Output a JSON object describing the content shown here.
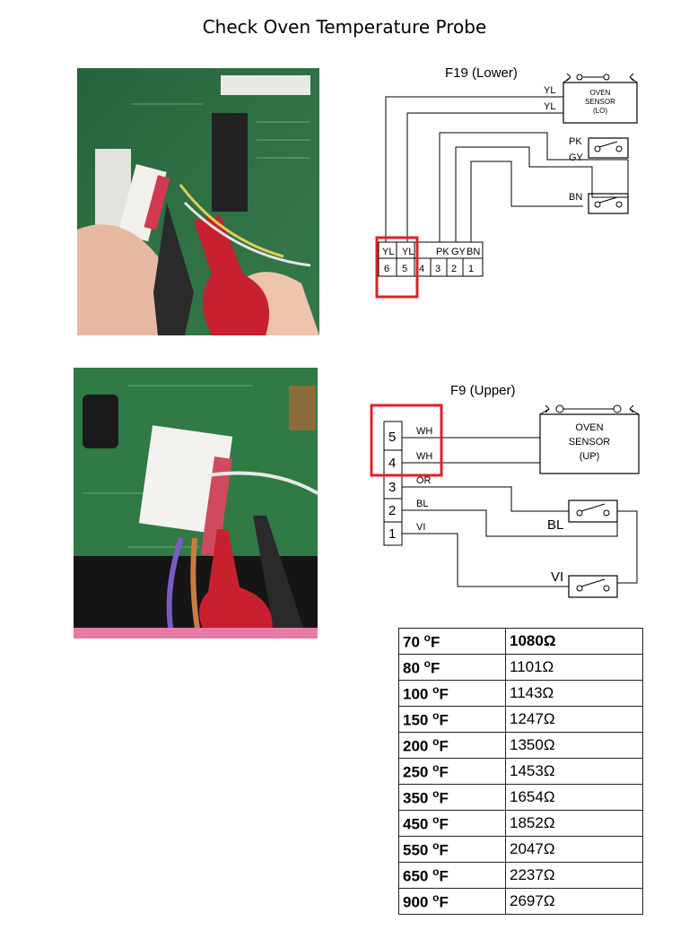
{
  "title": "Check Oven Temperature Probe",
  "lower": {
    "caption": "F19 (Lower)",
    "sensor": [
      "OVEN",
      "SENSOR",
      "(LO)"
    ],
    "wire_top": "YL",
    "wire_bottom": "YL",
    "switch1_labels": [
      "PK",
      "GY"
    ],
    "switch2_label": "BN",
    "connector_wires": [
      "YL",
      "YL",
      "",
      "PK",
      "GY",
      "BN"
    ],
    "connector_pins": [
      "6",
      "5",
      "4",
      "3",
      "2",
      "1"
    ]
  },
  "upper": {
    "caption": "F9 (Upper)",
    "sensor": [
      "OVEN",
      "SENSOR",
      "(UP)"
    ],
    "pins": [
      "5",
      "4",
      "3",
      "2",
      "1"
    ],
    "wires": [
      "WH",
      "WH",
      "OR",
      "BL",
      "VI"
    ],
    "switch1_label": "BL",
    "switch2_label": "VI"
  },
  "resistance_table": [
    {
      "temp": "70 ",
      "unit": "F",
      "ohms": "1080Ω"
    },
    {
      "temp": "80 ",
      "unit": "F",
      "ohms": "1101Ω"
    },
    {
      "temp": "100 ",
      "unit": "F",
      "ohms": "1143Ω"
    },
    {
      "temp": "150 ",
      "unit": "F",
      "ohms": "1247Ω"
    },
    {
      "temp": "200 ",
      "unit": "F",
      "ohms": "1350Ω"
    },
    {
      "temp": "250 ",
      "unit": "F",
      "ohms": "1453Ω"
    },
    {
      "temp": "350 ",
      "unit": "F",
      "ohms": "1654Ω"
    },
    {
      "temp": "450 ",
      "unit": "F",
      "ohms": "1852Ω"
    },
    {
      "temp": "550 ",
      "unit": "F",
      "ohms": "2047Ω"
    },
    {
      "temp": "650 ",
      "unit": "F",
      "ohms": "2237Ω"
    },
    {
      "temp": "900 ",
      "unit": "F",
      "ohms": "2697Ω"
    }
  ],
  "degree_symbol": "o",
  "colors": {
    "highlight": "#e0202a",
    "board": "#2f7a45",
    "probe": "#c8202e"
  }
}
